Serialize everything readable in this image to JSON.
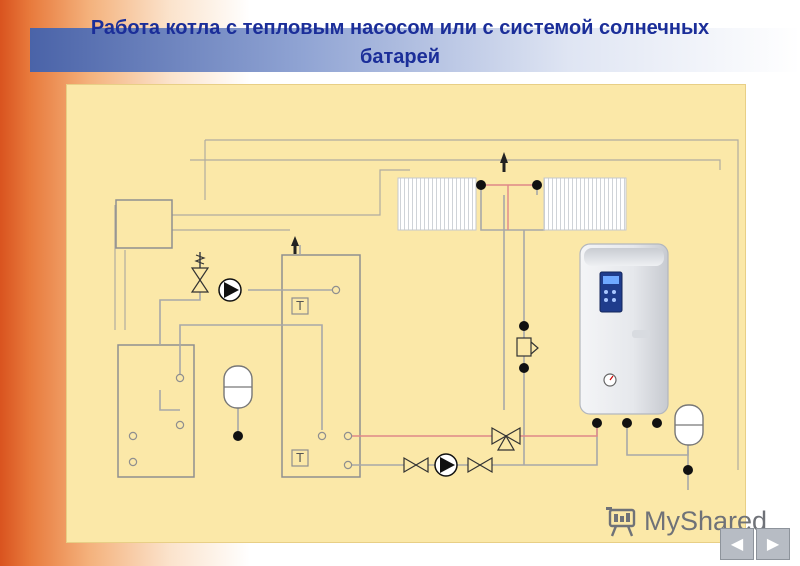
{
  "title": "Работа котла с тепловым насосом или с системой солнечных батарей",
  "logo": {
    "text": "MyShared",
    "icon": "myshared-logo-icon"
  },
  "nav": {
    "prev_icon": "arrow-left-icon",
    "next_icon": "arrow-right-icon",
    "prev_glyph": "◀",
    "next_glyph": "▶"
  },
  "sensor_label": "T",
  "colors": {
    "panel": "#fbe8a8",
    "pipe": "#a8a8a8",
    "hot_pipe": "#e08888",
    "title_text": "#1b2e99"
  }
}
